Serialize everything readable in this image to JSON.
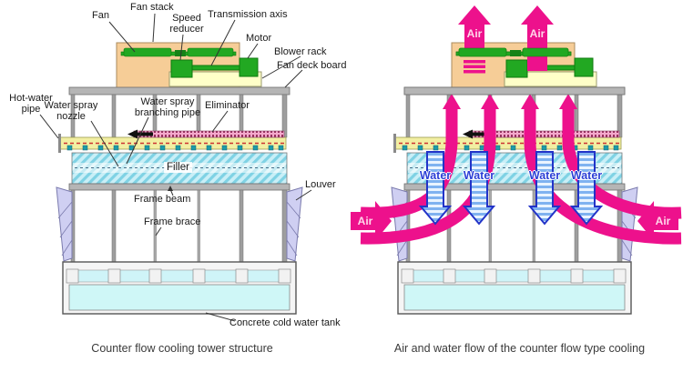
{
  "left": {
    "caption": "Counter flow cooling tower structure",
    "labels": {
      "fan": "Fan",
      "fan_stack": "Fan stack",
      "speed_reducer": "Speed\nreducer",
      "transmission_axis": "Transmission axis",
      "motor": "Motor",
      "blower_rack": "Blower rack",
      "fan_deck_board": "Fan deck board",
      "hot_water_pipe": "Hot-water\npipe",
      "water_spray_nozzle": "Water spray\nnozzle",
      "water_spray_branching_pipe": "Water spray\nbranching pipe",
      "eliminator": "Eliminator",
      "filler": "Filler",
      "frame_beam": "Frame beam",
      "frame_brace": "Frame brace",
      "louver": "Louver",
      "concrete_cold_water_tank": "Concrete cold water tank"
    }
  },
  "right": {
    "caption": "Air and water flow of the counter flow type cooling",
    "labels": {
      "air": "Air",
      "water": "Water"
    }
  },
  "colors": {
    "flow_air_magenta": "#ED118C",
    "water_arrow_blue": "#2233C8",
    "water_text_blue": "#2B3FD6",
    "fan_housing_tan": "#F6CD97",
    "machinery_green": "#22A822",
    "blower_rack_yellow": "#FFFFC8",
    "pipe_yellow": "#F2EFA2",
    "eliminator_pink": "#F4A8CC",
    "filler_cyan": "#9FE2EF",
    "louver_lavender": "#CFCFF2",
    "tank_water_cyan": "#CFF7F7",
    "frame_gray": "#9E9E9E"
  }
}
